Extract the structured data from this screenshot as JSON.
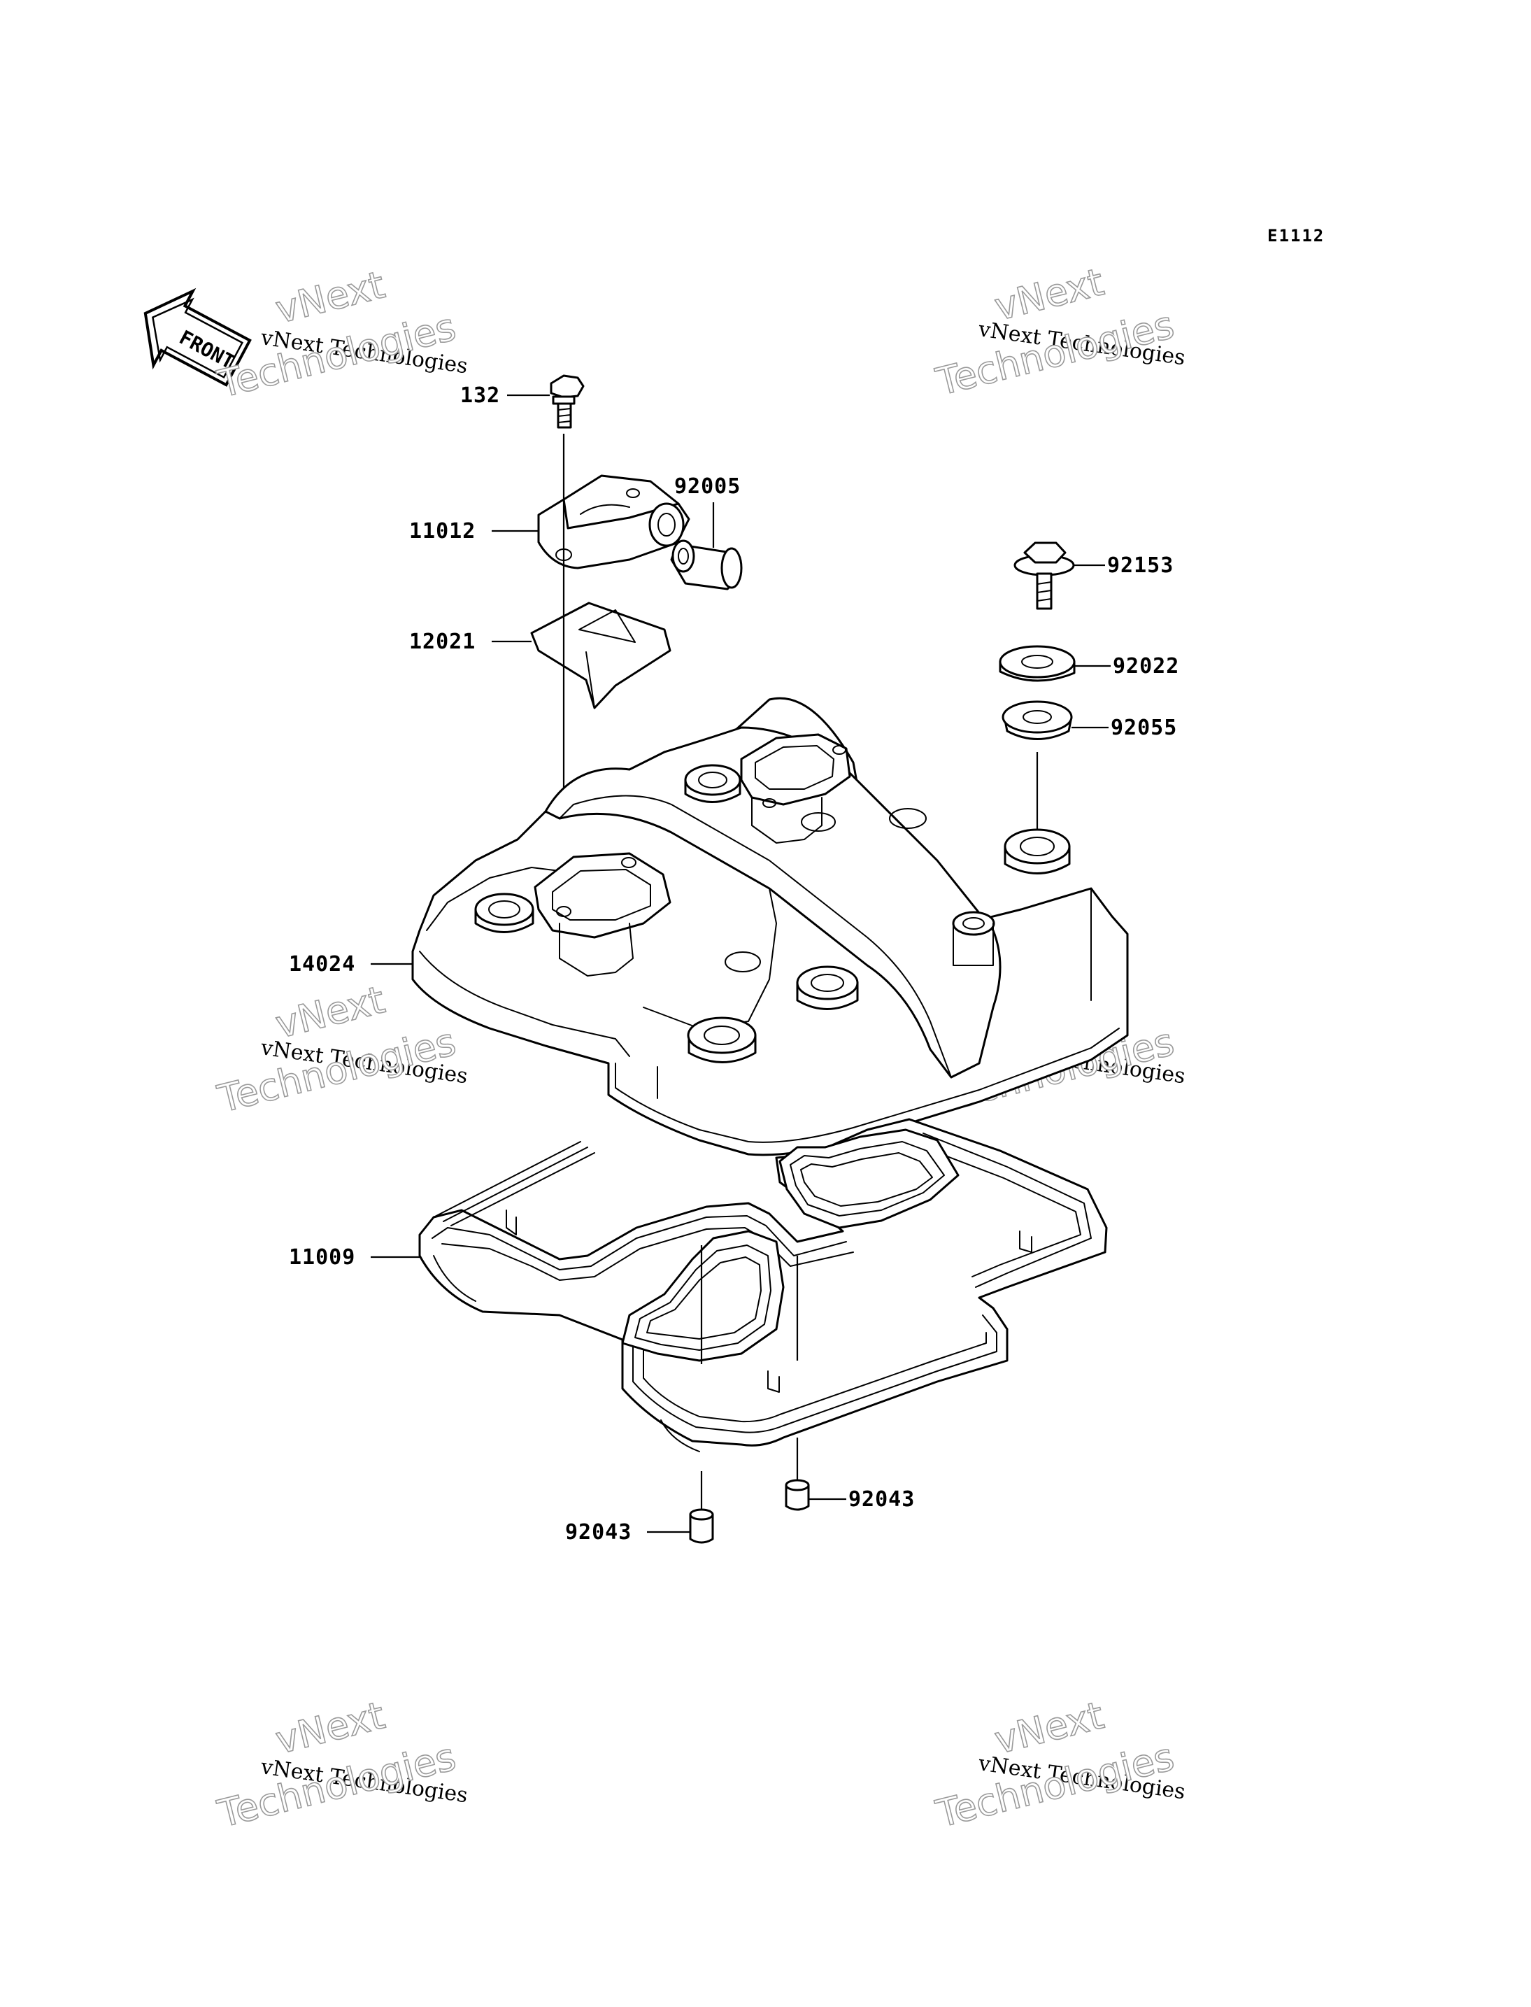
{
  "diagram_code": "E1112",
  "front_arrow_label": "FRONT",
  "watermark": {
    "line1": "vNext Technologies",
    "line2": "vNext",
    "line3": "Technologies"
  },
  "parts": {
    "p132": "132",
    "p11012": "11012",
    "p92005": "92005",
    "p12021": "12021",
    "p92153": "92153",
    "p92022": "92022",
    "p92055": "92055",
    "p14024": "14024",
    "p11009": "11009",
    "p92043_left": "92043",
    "p92043_right": "92043"
  }
}
